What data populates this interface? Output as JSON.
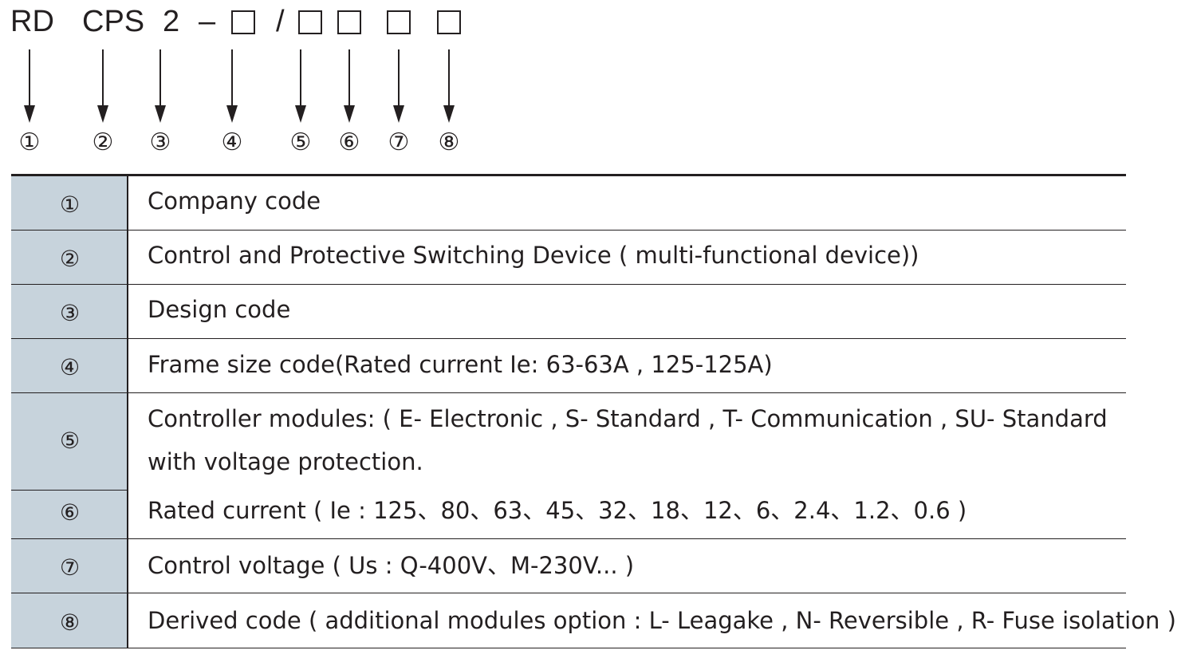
{
  "model_code": {
    "parts": [
      "RD",
      "CPS",
      "2",
      "–",
      "/"
    ]
  },
  "markers": [
    "①",
    "②",
    "③",
    "④",
    "⑤",
    "⑥",
    "⑦",
    "⑧"
  ],
  "table": {
    "rows": [
      {
        "num": "①",
        "lines": [
          "Company code"
        ]
      },
      {
        "num": "②",
        "lines": [
          "Control and Protective Switching Device ( multi-functional device))"
        ]
      },
      {
        "num": "③",
        "lines": [
          "Design code"
        ]
      },
      {
        "num": "④",
        "lines": [
          "Frame size code(Rated current Ie: 63-63A , 125-125A)"
        ]
      },
      {
        "num": "⑤",
        "lines": [
          "Controller modules: ( E- Electronic , S- Standard , T- Communication , SU- Standard",
          "with voltage protection."
        ]
      },
      {
        "num": "⑥",
        "lines": [
          "Rated current ( Ie : 125、80、63、45、32、18、12、6、2.4、1.2、0.6 )"
        ]
      },
      {
        "num": "⑦",
        "lines": [
          "Control voltage ( Us : Q-400V、M-230V... )"
        ]
      },
      {
        "num": "⑧",
        "lines": [
          "Derived code ( additional modules option : L- Leagake , N- Reversible , R- Fuse isolation )"
        ]
      }
    ]
  }
}
